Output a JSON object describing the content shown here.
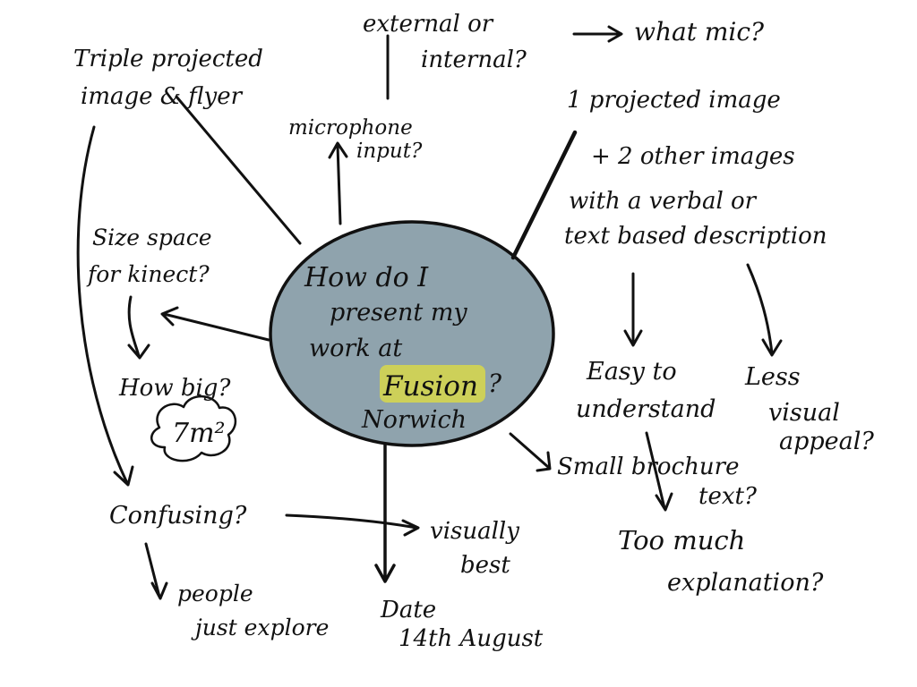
{
  "center": {
    "lines": [
      "How do I",
      "present my",
      "work at",
      "Fusion",
      "?",
      "Norwich"
    ],
    "colors": {
      "bubble_fill": "#8fa3ad",
      "bubble_stroke": "#111111",
      "highlight": "#d8d84a"
    }
  },
  "notes": {
    "triple": [
      "Triple projected",
      "image & flyer"
    ],
    "ext": [
      "external or",
      "internal?"
    ],
    "what_mic": "what mic?",
    "mic": [
      "microphone",
      "input?"
    ],
    "one_proj": [
      "1 projected image",
      "+ 2 other images",
      "with a verbal or",
      "text based description"
    ],
    "size": [
      "Size space",
      "for kinect?"
    ],
    "how_big": "How big?",
    "area": "7m²",
    "easy": [
      "Easy to",
      "understand"
    ],
    "less": [
      "Less",
      "visual",
      "appeal?"
    ],
    "brochure": [
      "Small brochure",
      "text?"
    ],
    "too_much": [
      "Too much",
      "explanation?"
    ],
    "confusing": "Confusing?",
    "visually": [
      "visually",
      "best"
    ],
    "people": [
      "people",
      "just explore"
    ],
    "date": [
      "Date",
      "14th August"
    ]
  }
}
